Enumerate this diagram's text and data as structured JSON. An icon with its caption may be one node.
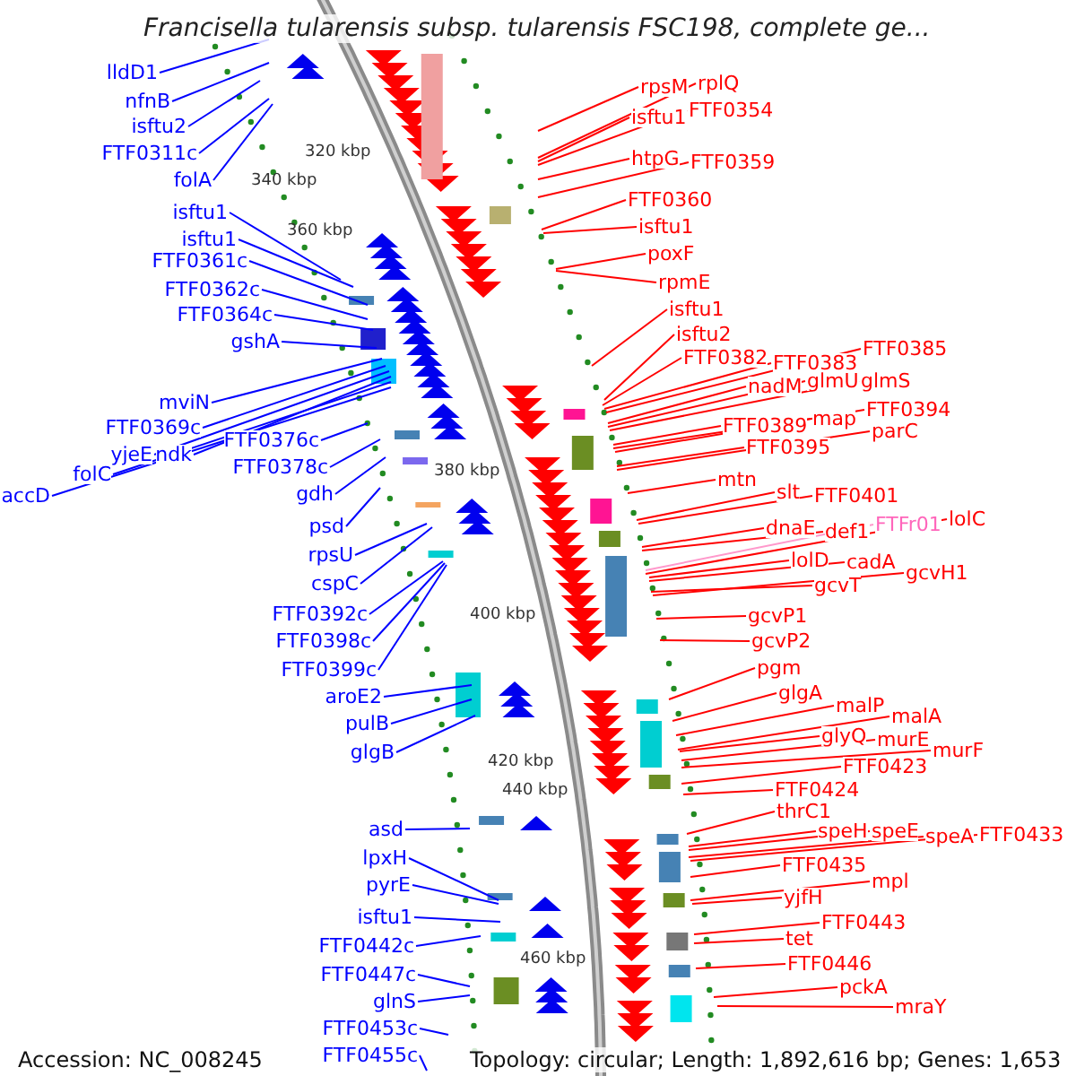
{
  "diagram": {
    "title": "Francisella tularensis subsp. tularensis FSC198, complete ge...",
    "nodes": [
      {
        "text": [
          "lldD1"
        ]
      },
      {
        "text": [
          "nfnB"
        ]
      },
      {
        "text": [
          "isftu2"
        ]
      },
      {
        "text": [
          "FTF0311c"
        ]
      },
      {
        "text": [
          "folA"
        ]
      },
      {
        "text": [
          "isftu1"
        ]
      },
      {
        "text": [
          "isftu1"
        ]
      },
      {
        "text": [
          "FTF0361c"
        ]
      },
      {
        "text": [
          "FTF0362c"
        ]
      },
      {
        "text": [
          "FTF0364c"
        ]
      },
      {
        "text": [
          "gshA"
        ]
      },
      {
        "text": [
          "mviN"
        ]
      },
      {
        "text": [
          "FTF0369c"
        ]
      },
      {
        "text": [
          "yjeE"
        ]
      },
      {
        "text": [
          "ndk"
        ]
      },
      {
        "text": [
          "folC"
        ]
      },
      {
        "text": [
          "accD"
        ]
      },
      {
        "text": [
          "FTF0376c"
        ]
      },
      {
        "text": [
          "FTF0378c"
        ]
      },
      {
        "text": [
          "gdh"
        ]
      },
      {
        "text": [
          "psd"
        ]
      },
      {
        "text": [
          "rpsU"
        ]
      },
      {
        "text": [
          "cspC"
        ]
      },
      {
        "text": [
          "FTF0392c"
        ]
      },
      {
        "text": [
          "FTF0398c"
        ]
      },
      {
        "text": [
          "FTF0399c"
        ]
      },
      {
        "text": [
          "aroE2"
        ]
      },
      {
        "text": [
          "pulB"
        ]
      },
      {
        "text": [
          "glgB"
        ]
      },
      {
        "text": [
          "asd"
        ]
      },
      {
        "text": [
          "lpxH"
        ]
      },
      {
        "text": [
          "pyrE"
        ]
      },
      {
        "text": [
          "isftu1"
        ]
      },
      {
        "text": [
          "FTF0442c"
        ]
      },
      {
        "text": [
          "FTF0447c"
        ]
      },
      {
        "text": [
          "glnS"
        ]
      },
      {
        "text": [
          "FTF0453c"
        ]
      },
      {
        "text": [
          "FTF0455c"
        ]
      },
      {
        "text": [
          "rpsM"
        ]
      },
      {
        "text": [
          "rplQ"
        ]
      },
      {
        "text": [
          "isftu1"
        ]
      },
      {
        "text": [
          "FTF0354"
        ]
      },
      {
        "text": [
          "htpG"
        ]
      },
      {
        "text": [
          "FTF0359"
        ]
      },
      {
        "text": [
          "FTF0360"
        ]
      },
      {
        "text": [
          "isftu1"
        ]
      },
      {
        "text": [
          "poxF"
        ]
      },
      {
        "text": [
          "rpmE"
        ]
      },
      {
        "text": [
          "isftu1"
        ]
      },
      {
        "text": [
          "isftu2"
        ]
      },
      {
        "text": [
          "FTF0382"
        ]
      },
      {
        "text": [
          "FTF0383"
        ]
      },
      {
        "text": [
          "FTF0385"
        ]
      },
      {
        "text": [
          "nadM"
        ]
      },
      {
        "text": [
          "glmU"
        ]
      },
      {
        "text": [
          "glmS"
        ]
      },
      {
        "text": [
          "FTF0389"
        ]
      },
      {
        "text": [
          "map"
        ]
      },
      {
        "text": [
          "FTF0394"
        ]
      },
      {
        "text": [
          "FTF0395"
        ]
      },
      {
        "text": [
          "parC"
        ]
      },
      {
        "text": [
          "mtn"
        ]
      },
      {
        "text": [
          "slt"
        ]
      },
      {
        "text": [
          "FTF0401"
        ]
      },
      {
        "text": [
          "dnaE"
        ]
      },
      {
        "text": [
          "def1"
        ]
      },
      {
        "text": [
          "FTFr01"
        ]
      },
      {
        "text": [
          "lolC"
        ]
      },
      {
        "text": [
          "lolD"
        ]
      },
      {
        "text": [
          "cadA"
        ]
      },
      {
        "text": [
          "gcvT"
        ]
      },
      {
        "text": [
          "gcvH1"
        ]
      },
      {
        "text": [
          "gcvP1"
        ]
      },
      {
        "text": [
          "gcvP2"
        ]
      },
      {
        "text": [
          "pgm"
        ]
      },
      {
        "text": [
          "glgA"
        ]
      },
      {
        "text": [
          "malP"
        ]
      },
      {
        "text": [
          "malA"
        ]
      },
      {
        "text": [
          "glyQ"
        ]
      },
      {
        "text": [
          "murE"
        ]
      },
      {
        "text": [
          "murF"
        ]
      },
      {
        "text": [
          "FTF0423"
        ]
      },
      {
        "text": [
          "FTF0424"
        ]
      },
      {
        "text": [
          "thrC1"
        ]
      },
      {
        "text": [
          "speH"
        ]
      },
      {
        "text": [
          "speE"
        ]
      },
      {
        "text": [
          "speA"
        ]
      },
      {
        "text": [
          "FTF0433"
        ]
      },
      {
        "text": [
          "FTF0435"
        ]
      },
      {
        "text": [
          "mpl"
        ]
      },
      {
        "text": [
          "yjfH"
        ]
      },
      {
        "text": [
          "FTF0443"
        ]
      },
      {
        "text": [
          "tet"
        ]
      },
      {
        "text": [
          "FTF0446"
        ]
      },
      {
        "text": [
          "pckA"
        ]
      },
      {
        "text": [
          "mraY"
        ]
      }
    ],
    "edges": [
      {
        "from": 0,
        "to": null,
        "arrow": "none",
        "color": "#0000ff"
      },
      {
        "from": 1,
        "to": null,
        "arrow": "none",
        "color": "#0000ff"
      },
      {
        "from": 2,
        "to": null,
        "arrow": "none",
        "color": "#0000ff"
      },
      {
        "from": 3,
        "to": null,
        "arrow": "none",
        "color": "#0000ff"
      },
      {
        "from": 4,
        "to": null,
        "arrow": "none",
        "color": "#0000ff"
      },
      {
        "from": 5,
        "to": null,
        "arrow": "none",
        "color": "#0000ff"
      },
      {
        "from": 6,
        "to": null,
        "arrow": "none",
        "color": "#0000ff"
      },
      {
        "from": 7,
        "to": null,
        "arrow": "none",
        "color": "#0000ff"
      },
      {
        "from": 8,
        "to": null,
        "arrow": "none",
        "color": "#0000ff"
      },
      {
        "from": 9,
        "to": null,
        "arrow": "none",
        "color": "#0000ff"
      },
      {
        "from": 10,
        "to": null,
        "arrow": "none",
        "color": "#0000ff"
      },
      {
        "from": 11,
        "to": null,
        "arrow": "none",
        "color": "#0000ff"
      },
      {
        "from": 12,
        "to": null,
        "arrow": "none",
        "color": "#0000ff"
      },
      {
        "from": 13,
        "to": null,
        "arrow": "none",
        "color": "#0000ff"
      },
      {
        "from": 14,
        "to": null,
        "arrow": "none",
        "color": "#0000ff"
      },
      {
        "from": 15,
        "to": null,
        "arrow": "none",
        "color": "#0000ff"
      },
      {
        "from": 16,
        "to": null,
        "arrow": "none",
        "color": "#0000ff"
      },
      {
        "from": 17,
        "to": null,
        "arrow": "none",
        "color": "#0000ff"
      },
      {
        "from": 18,
        "to": null,
        "arrow": "none",
        "color": "#0000ff"
      },
      {
        "from": 19,
        "to": null,
        "arrow": "none",
        "color": "#0000ff"
      },
      {
        "from": 20,
        "to": null,
        "arrow": "none",
        "color": "#0000ff"
      },
      {
        "from": 21,
        "to": null,
        "arrow": "none",
        "color": "#0000ff"
      },
      {
        "from": 22,
        "to": null,
        "arrow": "none",
        "color": "#0000ff"
      },
      {
        "from": 23,
        "to": null,
        "arrow": "none",
        "color": "#0000ff"
      },
      {
        "from": 24,
        "to": null,
        "arrow": "none",
        "color": "#0000ff"
      },
      {
        "from": 25,
        "to": null,
        "arrow": "none",
        "color": "#0000ff"
      },
      {
        "from": 26,
        "to": null,
        "arrow": "none",
        "color": "#0000ff"
      },
      {
        "from": 27,
        "to": null,
        "arrow": "none",
        "color": "#0000ff"
      },
      {
        "from": 28,
        "to": null,
        "arrow": "none",
        "color": "#0000ff"
      },
      {
        "from": 29,
        "to": null,
        "arrow": "none",
        "color": "#0000ff"
      },
      {
        "from": 30,
        "to": null,
        "arrow": "none",
        "color": "#0000ff"
      },
      {
        "from": 31,
        "to": null,
        "arrow": "none",
        "color": "#0000ff"
      },
      {
        "from": 32,
        "to": null,
        "arrow": "none",
        "color": "#0000ff"
      },
      {
        "from": 33,
        "to": null,
        "arrow": "none",
        "color": "#0000ff"
      },
      {
        "from": 34,
        "to": null,
        "arrow": "none",
        "color": "#0000ff"
      },
      {
        "from": 35,
        "to": null,
        "arrow": "none",
        "color": "#0000ff"
      },
      {
        "from": 36,
        "to": null,
        "arrow": "none",
        "color": "#0000ff"
      },
      {
        "from": 37,
        "to": null,
        "arrow": "none",
        "color": "#0000ff"
      },
      {
        "from": 38,
        "to": null,
        "arrow": "none"
      },
      {
        "from": 39,
        "to": null,
        "arrow": "none"
      },
      {
        "from": 40,
        "to": null,
        "arrow": "none"
      },
      {
        "from": 41,
        "to": null,
        "arrow": "none"
      },
      {
        "from": 42,
        "to": null,
        "arrow": "none"
      },
      {
        "from": 43,
        "to": null,
        "arrow": "none"
      },
      {
        "from": 44,
        "to": null,
        "arrow": "none"
      },
      {
        "from": 45,
        "to": null,
        "arrow": "none"
      },
      {
        "from": 46,
        "to": null,
        "arrow": "none"
      },
      {
        "from": 47,
        "to": null,
        "arrow": "none"
      },
      {
        "from": 48,
        "to": null,
        "arrow": "none"
      },
      {
        "from": 49,
        "to": null,
        "arrow": "none"
      },
      {
        "from": 50,
        "to": null,
        "arrow": "none"
      },
      {
        "from": 51,
        "to": null,
        "arrow": "none"
      },
      {
        "from": 52,
        "to": null,
        "arrow": "none"
      },
      {
        "from": 53,
        "to": null,
        "arrow": "none"
      },
      {
        "from": 54,
        "to": null,
        "arrow": "none"
      },
      {
        "from": 55,
        "to": null,
        "arrow": "none"
      },
      {
        "from": 56,
        "to": null,
        "arrow": "none"
      },
      {
        "from": 57,
        "to": null,
        "arrow": "none"
      },
      {
        "from": 58,
        "to": null,
        "arrow": "none"
      },
      {
        "from": 59,
        "to": null,
        "arrow": "none"
      },
      {
        "from": 60,
        "to": null,
        "arrow": "none"
      },
      {
        "from": 61,
        "to": null,
        "arrow": "none"
      },
      {
        "from": 62,
        "to": null,
        "arrow": "none"
      },
      {
        "from": 63,
        "to": null,
        "arrow": "none"
      },
      {
        "from": 64,
        "to": null,
        "arrow": "none"
      },
      {
        "from": 65,
        "to": null,
        "arrow": "none"
      },
      {
        "from": 66,
        "to": null,
        "arrow": "none",
        "color": "#ff99cc"
      },
      {
        "from": 67,
        "to": null,
        "arrow": "none"
      },
      {
        "from": 68,
        "to": null,
        "arrow": "none"
      },
      {
        "from": 69,
        "to": null,
        "arrow": "none"
      },
      {
        "from": 70,
        "to": null,
        "arrow": "none"
      },
      {
        "from": 71,
        "to": null,
        "arrow": "none"
      },
      {
        "from": 72,
        "to": null,
        "arrow": "none"
      },
      {
        "from": 73,
        "to": null,
        "arrow": "none"
      },
      {
        "from": 74,
        "to": null,
        "arrow": "none"
      },
      {
        "from": 75,
        "to": null,
        "arrow": "none"
      },
      {
        "from": 76,
        "to": null,
        "arrow": "none"
      },
      {
        "from": 77,
        "to": null,
        "arrow": "none"
      },
      {
        "from": 78,
        "to": null,
        "arrow": "none"
      },
      {
        "from": 79,
        "to": null,
        "arrow": "none"
      },
      {
        "from": 80,
        "to": null,
        "arrow": "none"
      },
      {
        "from": 81,
        "to": null,
        "arrow": "none"
      },
      {
        "from": 82,
        "to": null,
        "arrow": "none"
      },
      {
        "from": 83,
        "to": null,
        "arrow": "none"
      },
      {
        "from": 84,
        "to": null,
        "arrow": "none"
      },
      {
        "from": 85,
        "to": null,
        "arrow": "none"
      },
      {
        "from": 86,
        "to": null,
        "arrow": "none"
      },
      {
        "from": 87,
        "to": null,
        "arrow": "none"
      },
      {
        "from": 88,
        "to": null,
        "arrow": "none"
      },
      {
        "from": 89,
        "to": null,
        "arrow": "none"
      },
      {
        "from": 90,
        "to": null,
        "arrow": "none"
      },
      {
        "from": 91,
        "to": null,
        "arrow": "none"
      },
      {
        "from": 92,
        "to": null,
        "arrow": "none"
      },
      {
        "from": 93,
        "to": null,
        "arrow": "none"
      },
      {
        "from": 94,
        "to": null,
        "arrow": "none"
      },
      {
        "from": 95,
        "to": null,
        "arrow": "none"
      }
    ],
    "labels": [
      "320 kbp",
      "340 kbp",
      "360 kbp",
      "380 kbp",
      "400 kbp",
      "420 kbp",
      "440 kbp",
      "460 kbp",
      "Accession: NC_008245",
      "Topology: circular; Length: 1,892,616 bp; Genes: 1,653"
    ]
  }
}
